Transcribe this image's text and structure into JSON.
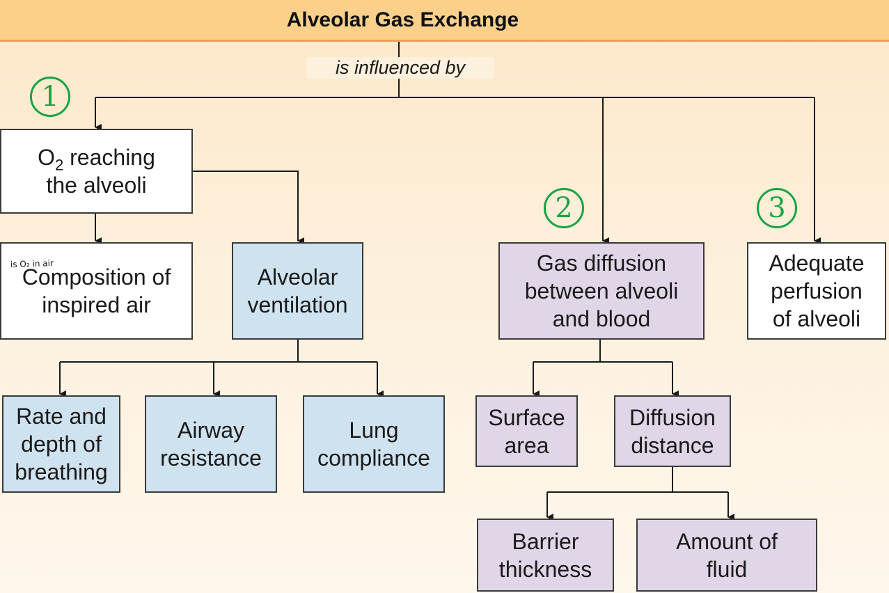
{
  "title": "Alveolar Gas Exchange",
  "connector_label": "is influenced by",
  "markers": [
    "1",
    "2",
    "3"
  ],
  "annotation": "is O₂ in air",
  "nodes": {
    "o2_reaching": {
      "pre": "O",
      "sub": "2",
      "post": " reaching\nthe alveoli"
    },
    "composition": "Composition of\ninspired air",
    "alveolar_ventilation": "Alveolar\nventilation",
    "rate_depth": "Rate and\ndepth of\nbreathing",
    "airway_resistance": "Airway\nresistance",
    "lung_compliance": "Lung\ncompliance",
    "gas_diffusion": "Gas diffusion\nbetween alveoli\nand blood",
    "adequate_perfusion": "Adequate\nperfusion\nof alveoli",
    "surface_area": "Surface\narea",
    "diffusion_distance": "Diffusion\ndistance",
    "barrier_thickness": "Barrier\nthickness",
    "amount_fluid": "Amount of\nfluid"
  },
  "colors": {
    "header": "#fbd08a",
    "header_border": "#e8a25c",
    "white_box": "#ffffff",
    "blue_box": "#cfe2ef",
    "purple_box": "#e1d6e8",
    "marker_green": "#1aa246"
  }
}
